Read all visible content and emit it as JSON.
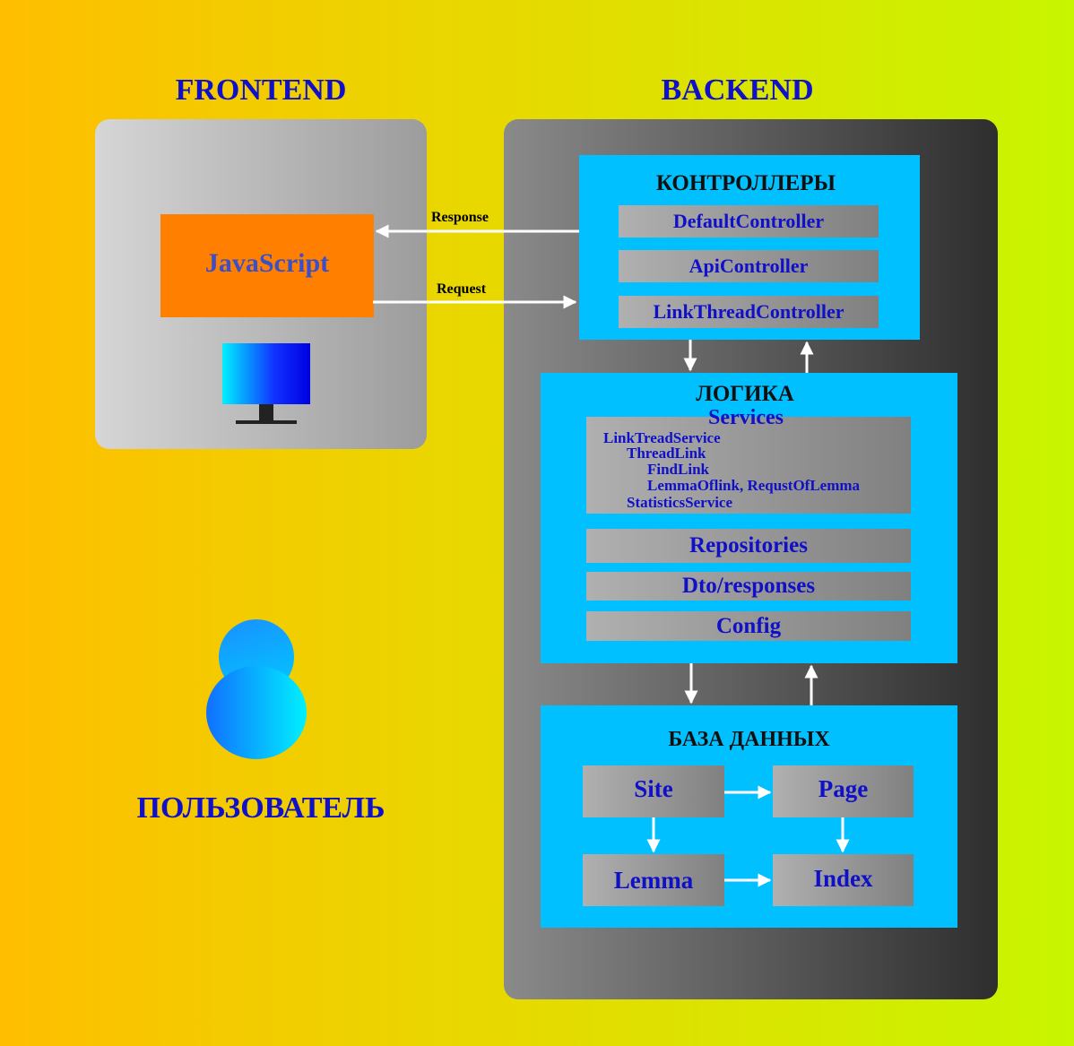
{
  "headings": {
    "frontend": "FRONTEND",
    "backend": "BACKEND",
    "user": "ПОЛЬЗОВАТЕЛЬ"
  },
  "frontend": {
    "js_label": "JavaScript"
  },
  "arrows": {
    "response": "Response",
    "request": "Request"
  },
  "controllers": {
    "title": "КОНТРОЛЛЕРЫ",
    "items": [
      "DefaultController",
      "ApiController",
      "LinkThreadController"
    ]
  },
  "logic": {
    "title": "ЛОГИКА",
    "services_title": "Services",
    "services": [
      "LinkTreadService",
      "ThreadLink",
      "FindLink",
      "LemmaOflink, RequstOfLemma",
      "StatisticsService"
    ],
    "items": [
      "Repositories",
      "Dto/responses",
      "Config"
    ]
  },
  "database": {
    "title": "БАЗА ДАННЫХ",
    "tables": [
      "Site",
      "Page",
      "Lemma",
      "Index"
    ]
  },
  "colors": {
    "heading": "#1010c8",
    "js_box": "#ff8000",
    "section": "#00c0ff"
  }
}
